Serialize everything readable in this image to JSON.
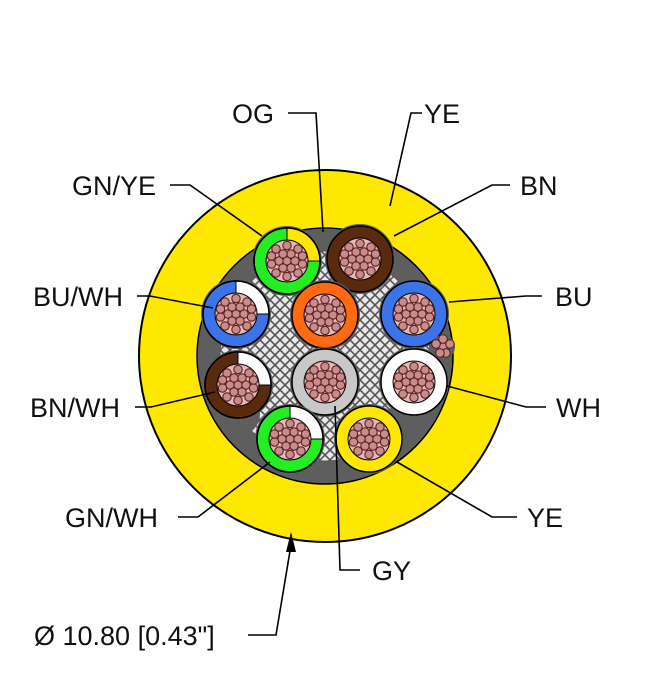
{
  "colors": {
    "jacket": "#ffe800",
    "filler": "#5e5e5e",
    "copper": "#c98c8c",
    "copper_edge": "#5a2020",
    "BN": "#5a2a0f",
    "OG": "#ff6a10",
    "GN": "#22ee22",
    "YE": "#ffe800",
    "BU": "#3a74e8",
    "WH": "#ffffff",
    "GY": "#c8c8c8"
  },
  "labels": {
    "og": "OG",
    "ye_top": "YE",
    "bn": "BN",
    "gn_ye": "GN/YE",
    "bu": "BU",
    "bu_wh": "BU/WH",
    "wh": "WH",
    "bn_wh": "BN/WH",
    "ye_bottom": "YE",
    "gn_wh": "GN/WH",
    "gy": "GY",
    "diameter": "Ø 10.80 [0.43\"]"
  }
}
